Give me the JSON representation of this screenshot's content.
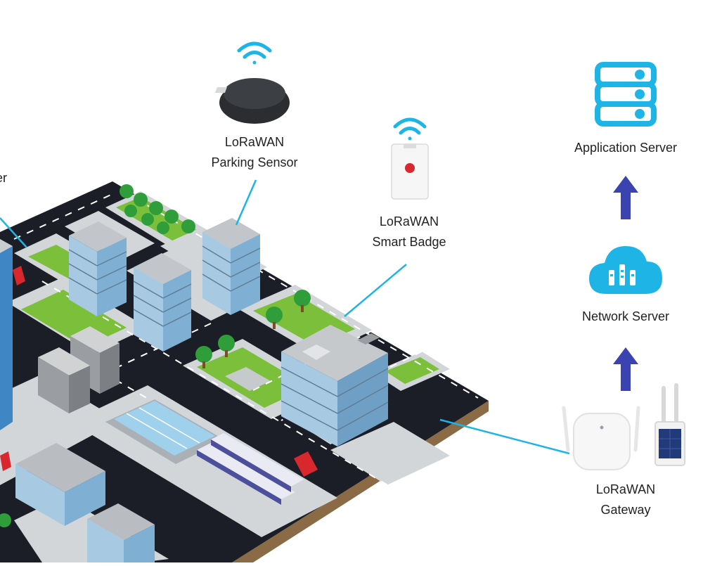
{
  "colors": {
    "accent_cyan": "#1EB4E6",
    "arrow_blue": "#3B43B0",
    "road": "#1b1e26",
    "grass": "#7bbf3a",
    "ground": "#d9dcdf",
    "glass": "#8fc2de"
  },
  "devices": {
    "parking_sensor": {
      "line1": "LoRaWAN",
      "line2": "Parking Sensor",
      "icon": "wifi-signal-icon"
    },
    "smart_badge": {
      "line1": "LoRaWAN",
      "line2": "Smart Badge",
      "icon": "wifi-signal-icon"
    },
    "cut_label_fragment": "er"
  },
  "stack": {
    "application_server": {
      "label": "Application Server",
      "icon": "server-stack-icon"
    },
    "network_server": {
      "label": "Network Server",
      "icon": "cloud-server-icon"
    },
    "gateway": {
      "line1": "LoRaWAN",
      "line2": "Gateway",
      "icon": "gateway-icon"
    },
    "arrow_icon": "up-arrow-icon"
  }
}
